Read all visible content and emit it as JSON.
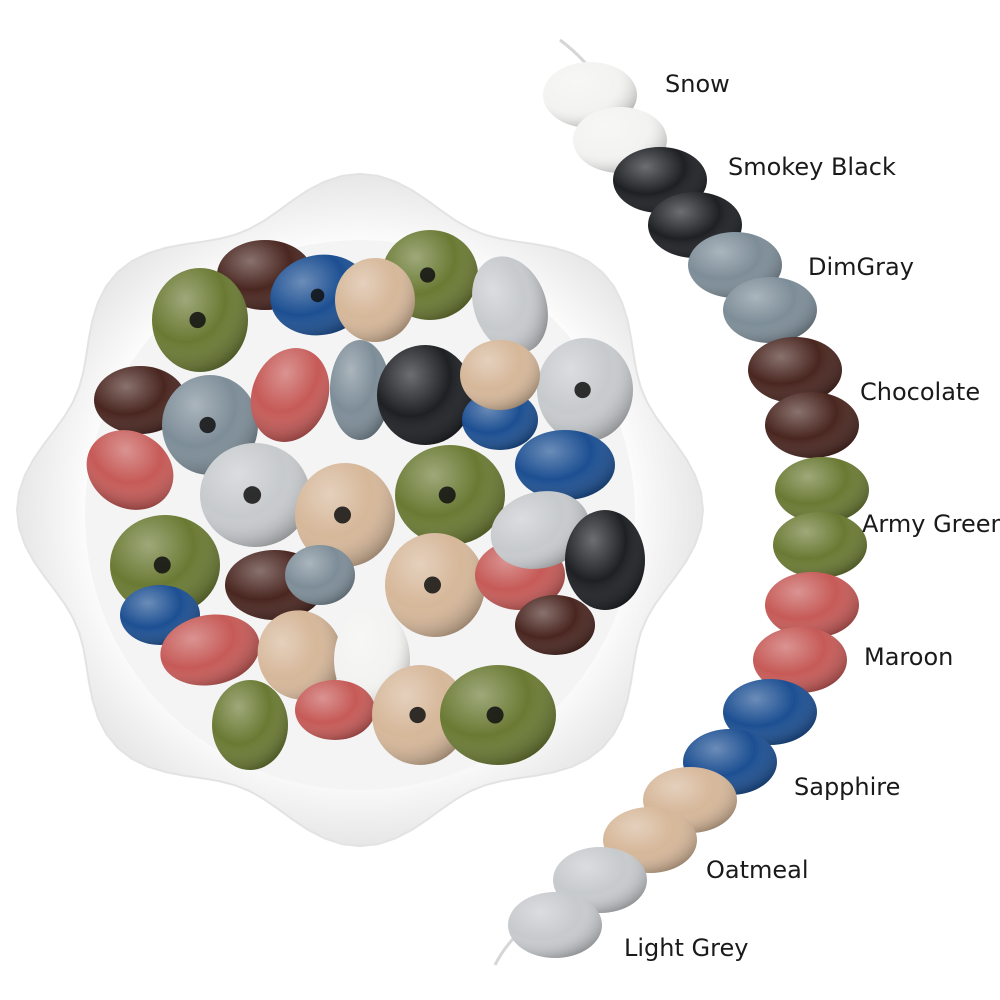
{
  "strand": {
    "colors": [
      {
        "name": "Snow",
        "hex": "#f3f3f2"
      },
      {
        "name": "Smokey Black",
        "hex": "#1e2024"
      },
      {
        "name": "DimGray",
        "hex": "#7d8d98"
      },
      {
        "name": "Chocolate",
        "hex": "#4a2620"
      },
      {
        "name": "Army Green",
        "hex": "#6a7a33"
      },
      {
        "name": "Maroon",
        "hex": "#c65a57"
      },
      {
        "name": "Sapphire",
        "hex": "#1c4f92"
      },
      {
        "name": "Oatmeal",
        "hex": "#d6b799"
      },
      {
        "name": "Light Grey",
        "hex": "#c7cacd"
      }
    ]
  }
}
